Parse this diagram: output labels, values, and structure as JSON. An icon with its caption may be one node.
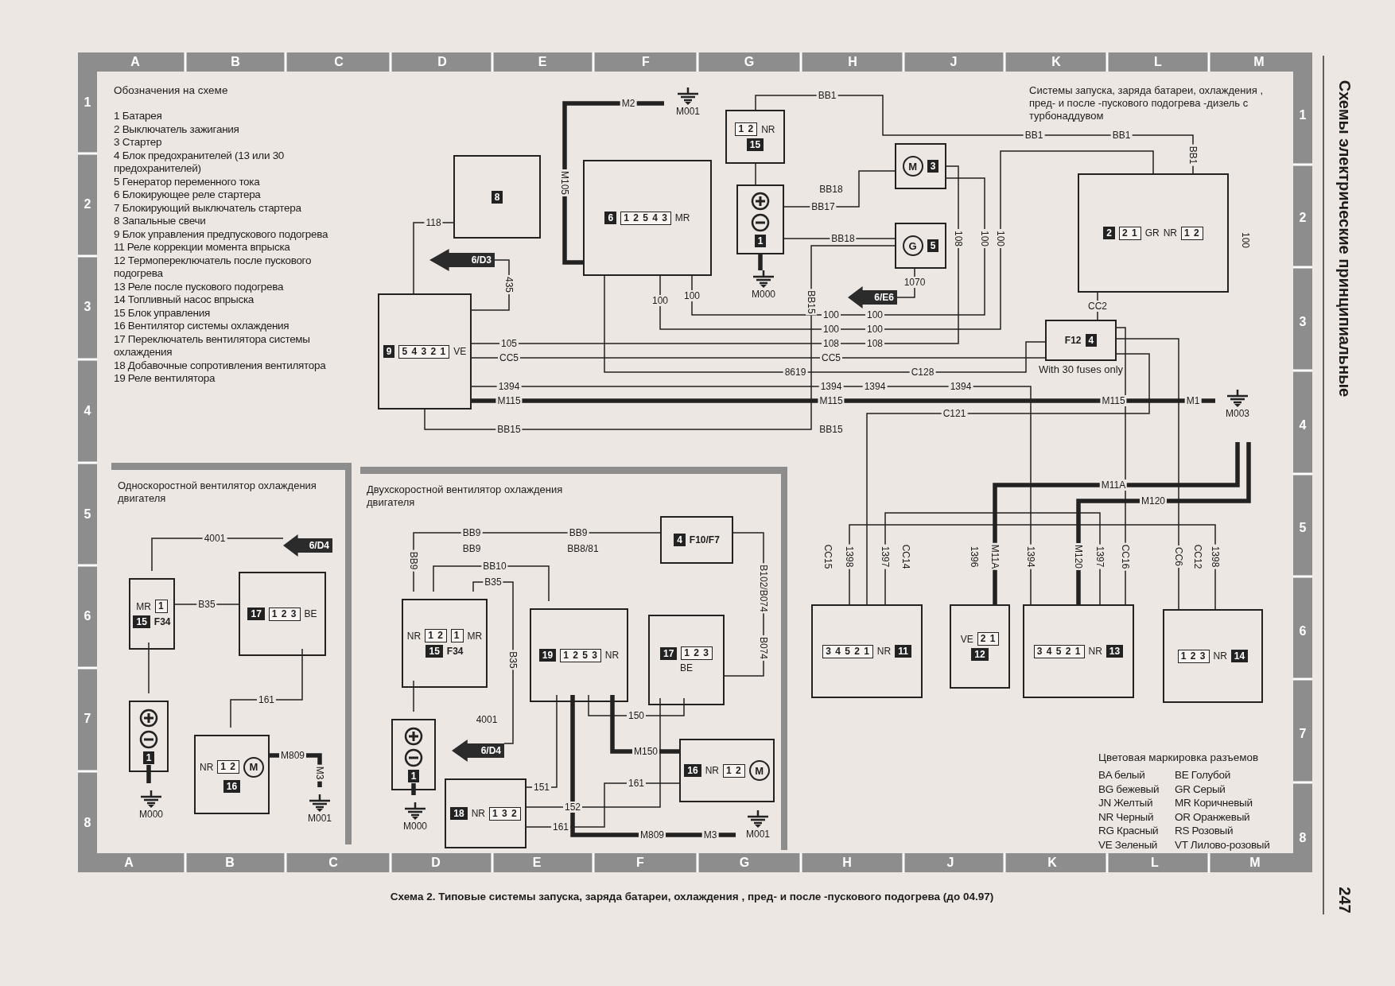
{
  "diagram": {
    "title": "Системы запуска, заряда батареи, охлаждения , пред- и после -пускового подогрева -дизель с турбонаддувом",
    "caption": "Схема 2. Типовые системы запуска, заряда батареи, охлаждения , пред- и после -пускового подогрева (до 04.97)",
    "nodes": [
      {
        "text": [
          "8"
        ]
      },
      {
        "text": [
          "9",
          "5 4 3 2 1",
          "VE"
        ]
      },
      {
        "text": [
          "6",
          "1 2 5 4 3",
          "MR"
        ]
      },
      {
        "text": [
          "M001"
        ]
      },
      {
        "text": [
          "1 2",
          "NR",
          "15"
        ]
      },
      {
        "text": [
          "1"
        ]
      },
      {
        "text": [
          "M000"
        ]
      },
      {
        "text": [
          "M",
          "3"
        ]
      },
      {
        "text": [
          "G",
          "5"
        ]
      },
      {
        "text": [
          "2",
          "2 1",
          "GR",
          "NR",
          "1 2"
        ]
      },
      {
        "text": [
          "F12",
          "4"
        ],
        "beside": [
          "With 30 fuses only"
        ]
      },
      {
        "text": [
          "M003"
        ]
      },
      {
        "text": [
          "6/D3"
        ]
      },
      {
        "text": [
          "6/E6"
        ]
      },
      {
        "text": [
          "3 4 5 2 1",
          "NR",
          "11"
        ]
      },
      {
        "text": [
          "VE",
          "2 1",
          "12"
        ]
      },
      {
        "text": [
          "3 4 5 2 1",
          "NR",
          "13"
        ]
      },
      {
        "text": [
          "1 2 3",
          "NR",
          "14"
        ]
      },
      {
        "text": [
          "Односкоростной вентилятор охлаждения двигателя"
        ]
      },
      {
        "text": [
          "MR",
          "1",
          "15",
          "F34"
        ],
        "in": 18
      },
      {
        "text": [
          "1"
        ],
        "in": 18
      },
      {
        "text": [
          "M000"
        ],
        "in": 18
      },
      {
        "text": [
          "17",
          "1 2 3",
          "BE"
        ],
        "in": 18
      },
      {
        "text": [
          "NR",
          "1 2",
          "M",
          "16"
        ],
        "in": 18
      },
      {
        "text": [
          "M001"
        ],
        "in": 18
      },
      {
        "text": [
          "6/D4"
        ],
        "in": 18
      },
      {
        "text": [
          "Двухскоростной вентилятор охлаждения двигателя"
        ]
      },
      {
        "text": [
          "NR",
          "1 2",
          "1",
          "MR",
          "15",
          "F34"
        ],
        "in": 26
      },
      {
        "text": [
          "1"
        ],
        "in": 26
      },
      {
        "text": [
          "M000"
        ],
        "in": 26
      },
      {
        "text": [
          "4",
          "F10/F7"
        ],
        "in": 26
      },
      {
        "text": [
          "19",
          "1 2 5 3",
          "NR"
        ],
        "in": 26
      },
      {
        "text": [
          "17",
          "1 2 3",
          "BE"
        ],
        "in": 26
      },
      {
        "text": [
          "16",
          "NR",
          "1 2",
          "M"
        ],
        "in": 26
      },
      {
        "text": [
          "18",
          "NR",
          "1 3 2"
        ],
        "in": 26
      },
      {
        "text": [
          "6/D4"
        ],
        "in": 26
      },
      {
        "text": [
          "M001"
        ],
        "in": 26
      }
    ],
    "edges": [
      {
        "from": 0,
        "to": 1,
        "arrow": "none",
        "label": "118"
      },
      {
        "from": 1,
        "to": 12,
        "arrow": "none",
        "label": "435"
      },
      {
        "from": 1,
        "to": 7,
        "arrow": "none",
        "label": "105"
      },
      {
        "from": 1,
        "to": 10,
        "arrow": "none",
        "label": "CC5"
      },
      {
        "from": 1,
        "to": 16,
        "arrow": "none",
        "label": "1394"
      },
      {
        "from": 1,
        "to": 11,
        "arrow": "none",
        "label": "M115",
        "style": "thick"
      },
      {
        "from": 1,
        "to": 8,
        "arrow": "none",
        "label": "BB15"
      },
      {
        "from": 2,
        "to": 3,
        "arrow": "none",
        "label": "M105",
        "style": "thick"
      },
      {
        "from": 2,
        "to": 9,
        "arrow": "none",
        "label": "100"
      },
      {
        "from": 2,
        "to": 10,
        "arrow": "none",
        "label": "8619"
      },
      {
        "from": 2,
        "to": 7,
        "arrow": "none",
        "label": "100"
      },
      {
        "from": 4,
        "to": 9,
        "arrow": "none",
        "label": "BB1"
      },
      {
        "from": 4,
        "to": 5,
        "arrow": "none"
      },
      {
        "from": 5,
        "to": 7,
        "arrow": "none",
        "label": "BB17"
      },
      {
        "from": 5,
        "to": 8,
        "arrow": "none",
        "label": "BB18"
      },
      {
        "from": 5,
        "to": 6,
        "arrow": "none",
        "style": "thick"
      },
      {
        "from": 8,
        "to": 13,
        "arrow": "none",
        "label": "1070"
      },
      {
        "from": 9,
        "to": 10,
        "arrow": "none",
        "label": "CC2"
      },
      {
        "from": 10,
        "to": 14,
        "arrow": "none",
        "label": "C121"
      },
      {
        "from": 15,
        "to": 11,
        "arrow": "none",
        "style": "thick"
      },
      {
        "from": 16,
        "to": 11,
        "arrow": "none",
        "style": "thick"
      },
      {
        "from": 14,
        "to": 17,
        "arrow": "none"
      },
      {
        "from": 14,
        "to": 16,
        "arrow": "none"
      },
      {
        "from": 10,
        "to": 16,
        "arrow": "none"
      },
      {
        "from": 10,
        "to": 17,
        "arrow": "none"
      },
      {
        "from": 19,
        "to": 25,
        "arrow": "none",
        "label": "4001"
      },
      {
        "from": 19,
        "to": 22,
        "arrow": "none",
        "label": "B35"
      },
      {
        "from": 19,
        "to": 20,
        "arrow": "none"
      },
      {
        "from": 20,
        "to": 21,
        "arrow": "none",
        "style": "thick"
      },
      {
        "from": 22,
        "to": 23,
        "arrow": "none",
        "label": "161"
      },
      {
        "from": 23,
        "to": 24,
        "arrow": "none",
        "label": "M809",
        "style": "thick"
      },
      {
        "from": 27,
        "to": 30,
        "arrow": "none"
      },
      {
        "from": 27,
        "to": 31,
        "arrow": "none",
        "label": "BB10"
      },
      {
        "from": 27,
        "to": 35,
        "arrow": "none",
        "label": "B35"
      },
      {
        "from": 27,
        "to": 28,
        "arrow": "none"
      },
      {
        "from": 28,
        "to": 29,
        "arrow": "none",
        "style": "thick"
      },
      {
        "from": 30,
        "to": 32,
        "arrow": "none",
        "label": "B102/B074"
      },
      {
        "from": 31,
        "to": 34,
        "arrow": "none",
        "label": "151"
      },
      {
        "from": 31,
        "to": 32,
        "arrow": "none",
        "label": "150"
      },
      {
        "from": 33,
        "to": 34,
        "arrow": "none",
        "label": "161"
      },
      {
        "from": 31,
        "to": 33,
        "arrow": "none",
        "label": "M150",
        "style": "thick"
      },
      {
        "from": 31,
        "to": 36,
        "arrow": "none",
        "label": "M809",
        "style": "thick"
      },
      {
        "from": 34,
        "to": 32,
        "arrow": "none",
        "label": "152"
      }
    ],
    "labels": [
      "A",
      "B",
      "C",
      "D",
      "E",
      "F",
      "G",
      "H",
      "J",
      "K",
      "L",
      "M",
      "1",
      "2",
      "3",
      "4",
      "5",
      "6",
      "7",
      "8",
      "1",
      "2",
      "3",
      "4",
      "5",
      "6",
      "7",
      "8",
      "A",
      "B",
      "C",
      "D",
      "E",
      "F",
      "G",
      "H",
      "J",
      "K",
      "L",
      "M",
      "Обозначения на схеме",
      "1 Батарея",
      "2 Выключатель зажигания",
      "3 Стартер",
      "4 Блок предохранителей (13 или 30 предохранителей)",
      "5 Генератор переменного тока",
      "6 Блокирующее реле стартера",
      "7 Блокирующий выключатель стартера",
      "8 Запальные свечи",
      "9 Блок управления предпускового подогрева",
      "11 Реле коррекции момента впрыска",
      "12 Термопереключатель после пускового подогрева",
      "13 Реле после пускового подогрева",
      "14 Топливный насос впрыска",
      "15 Блок управления",
      "16 Вентилятор системы охлаждения",
      "17 Переключатель вентилятора системы охлаждения",
      "18 Добавочные сопротивления вентилятора",
      "19 Реле вентилятора",
      "Схемы электрические принципиальные",
      "247",
      "Цветовая маркировка разъемов",
      "BA белый",
      "BE Голубой",
      "BG бежевый",
      "GR Серый",
      "JN Желтый",
      "MR Коричневый",
      "NR Черный",
      "OR Оранжевый",
      "RG Красный",
      "RS Розовый",
      "VE Зеленый",
      "VT Лилово-розовый",
      "M2",
      "BB1",
      "BB18",
      "BB15",
      "108",
      "100",
      "100",
      "CC5",
      "1394",
      "M115",
      "BB15",
      "108",
      "100",
      "100",
      "C128",
      "1394",
      "108",
      "100",
      "100",
      "BB1",
      "100",
      "BB1",
      "1394",
      "M115",
      "M1",
      "M11A",
      "M120",
      "CC15",
      "1398",
      "1397",
      "CC14",
      "1396",
      "M11A",
      "1394",
      "M120",
      "1397",
      "CC16",
      "CC6",
      "CC12",
      "1398",
      "M3",
      "BB9",
      "BB9",
      "BB9",
      "BB8/81",
      "BB9",
      "B35",
      "B074",
      "4001",
      "161",
      "M3"
    ]
  }
}
